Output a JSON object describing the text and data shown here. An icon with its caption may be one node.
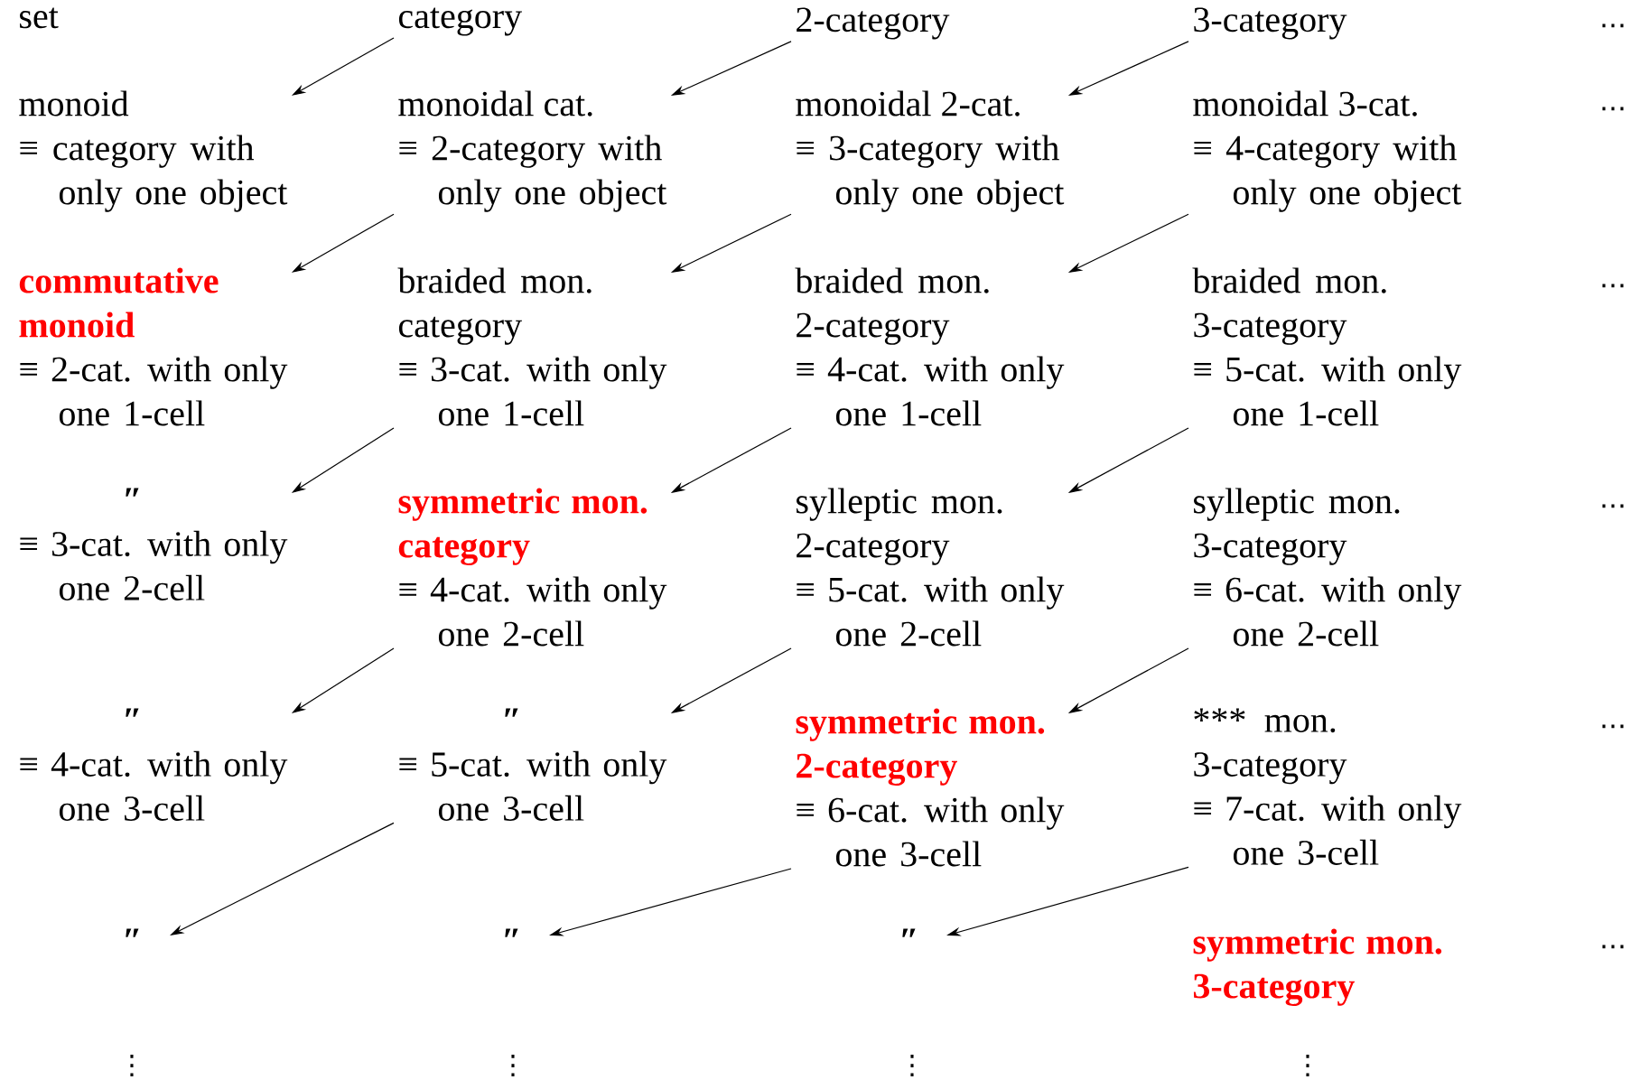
{
  "diagram": {
    "nodes": [
      {
        "text": [
          "set"
        ]
      },
      {
        "text": [
          "category"
        ]
      },
      {
        "text": [
          "2-category"
        ]
      },
      {
        "text": [
          "3-category"
        ]
      },
      {
        "text": [
          "monoid",
          "≡ category with only one object"
        ]
      },
      {
        "text": [
          "monoidal cat.",
          "≡ 2-category with only one object"
        ]
      },
      {
        "text": [
          "monoidal 2-cat.",
          "≡ 3-category with only one object"
        ]
      },
      {
        "text": [
          "monoidal 3-cat.",
          "≡ 4-category with only one object"
        ]
      },
      {
        "text": [
          "commutative monoid",
          "≡ 2-cat. with only one 1-cell"
        ]
      },
      {
        "text": [
          "braided mon. category",
          "≡ 3-cat. with only one 1-cell"
        ]
      },
      {
        "text": [
          "braided mon. 2-category",
          "≡ 4-cat. with only one 1-cell"
        ]
      },
      {
        "text": [
          "braided mon. 3-category",
          "≡ 5-cat. with only one 1-cell"
        ]
      },
      {
        "text": [
          "″",
          "≡ 3-cat. with only one 2-cell"
        ]
      },
      {
        "text": [
          "symmetric mon. category",
          "≡ 4-cat. with only one 2-cell"
        ]
      },
      {
        "text": [
          "sylleptic mon. 2-category",
          "≡ 5-cat. with only one 2-cell"
        ]
      },
      {
        "text": [
          "sylleptic mon. 3-category",
          "≡ 6-cat. with only one 2-cell"
        ]
      },
      {
        "text": [
          "″",
          "≡ 4-cat. with only one 3-cell"
        ]
      },
      {
        "text": [
          "″",
          "≡ 5-cat. with only one 3-cell"
        ]
      },
      {
        "text": [
          "symmetric mon. 2-category",
          "≡ 6-cat. with only one 3-cell"
        ]
      },
      {
        "text": [
          "*** mon. 3-category",
          "≡ 7-cat. with only one 3-cell"
        ]
      },
      {
        "text": [
          "″"
        ]
      },
      {
        "text": [
          "″"
        ]
      },
      {
        "text": [
          "″"
        ]
      },
      {
        "text": [
          "symmetric mon. 3-category"
        ]
      }
    ],
    "edges": [
      {
        "from": 1,
        "to": 4,
        "arrow": "to"
      },
      {
        "from": 2,
        "to": 5,
        "arrow": "to"
      },
      {
        "from": 3,
        "to": 6,
        "arrow": "to"
      },
      {
        "from": 5,
        "to": 8,
        "arrow": "to"
      },
      {
        "from": 6,
        "to": 9,
        "arrow": "to"
      },
      {
        "from": 7,
        "to": 10,
        "arrow": "to"
      },
      {
        "from": 9,
        "to": 12,
        "arrow": "to"
      },
      {
        "from": 10,
        "to": 13,
        "arrow": "to"
      },
      {
        "from": 11,
        "to": 14,
        "arrow": "to"
      },
      {
        "from": 13,
        "to": 16,
        "arrow": "to"
      },
      {
        "from": 14,
        "to": 17,
        "arrow": "to"
      },
      {
        "from": 15,
        "to": 18,
        "arrow": "to"
      },
      {
        "from": 17,
        "to": 20,
        "arrow": "to"
      },
      {
        "from": 18,
        "to": 21,
        "arrow": "to"
      },
      {
        "from": 19,
        "to": 22,
        "arrow": "to"
      }
    ],
    "labels": [
      "⋯",
      "⋯",
      "⋯",
      "⋯",
      "⋯",
      "⋯",
      "⋮",
      "⋮",
      "⋮",
      "⋮"
    ]
  }
}
